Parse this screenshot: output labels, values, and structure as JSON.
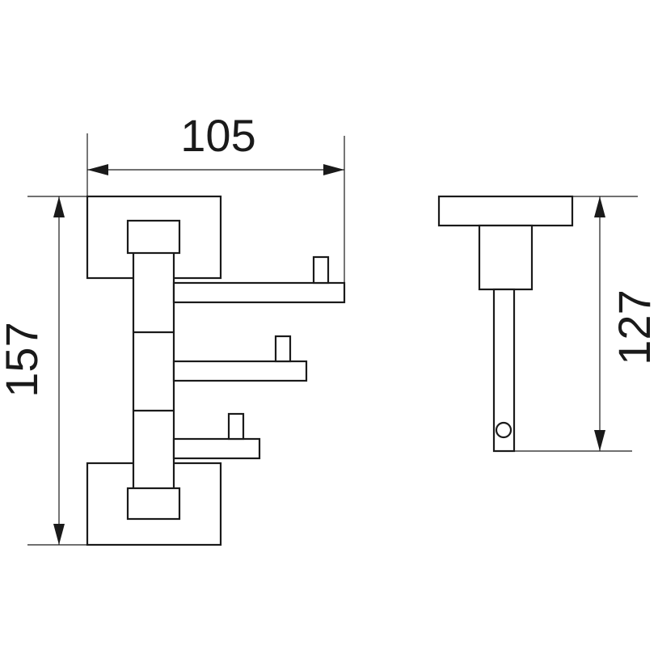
{
  "drawing": {
    "type": "technical-dimension-drawing",
    "line_color": "#1a1a1a",
    "background": "#ffffff"
  },
  "dimensions": {
    "width": "105",
    "height_front": "157",
    "height_side": "127"
  },
  "front_view": {
    "arm_count": 3
  }
}
